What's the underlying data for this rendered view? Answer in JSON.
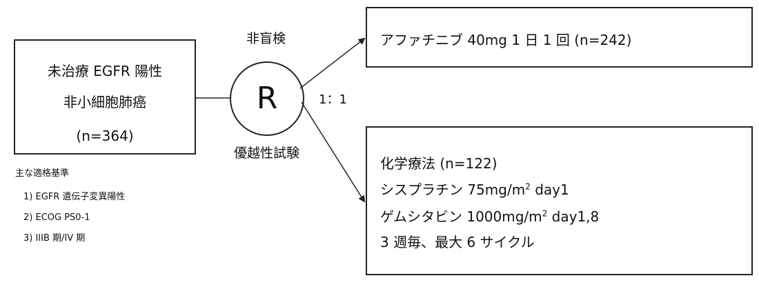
{
  "population": {
    "line1": "未治療 EGFR 陽性",
    "line2": "非小細胞肺癌",
    "line3": "(n=364)"
  },
  "randomization": {
    "letter": "R",
    "label_top": "非盲検",
    "label_bottom": "優越性試験",
    "ratio": "1：1"
  },
  "criteria": {
    "title": "主な適格基準",
    "items": [
      "1) EGFR 遺伝子変異陽性",
      "2) ECOG PS0-1",
      "3) IIIB 期/IV 期"
    ]
  },
  "arm_a": {
    "line1": "アファチニブ  40mg 1 日 1 回 (n=242)"
  },
  "arm_b": {
    "line1": "化学療法 (n=122)",
    "line2_prefix": "シスプラチン  75mg/m",
    "line2_sup": "2",
    "line2_suffix": " day1",
    "line3_prefix": "ゲムシタビン  1000mg/m",
    "line3_sup": "2",
    "line3_suffix": " day1,8",
    "line4": "3 週毎、最大 6 サイクル"
  }
}
